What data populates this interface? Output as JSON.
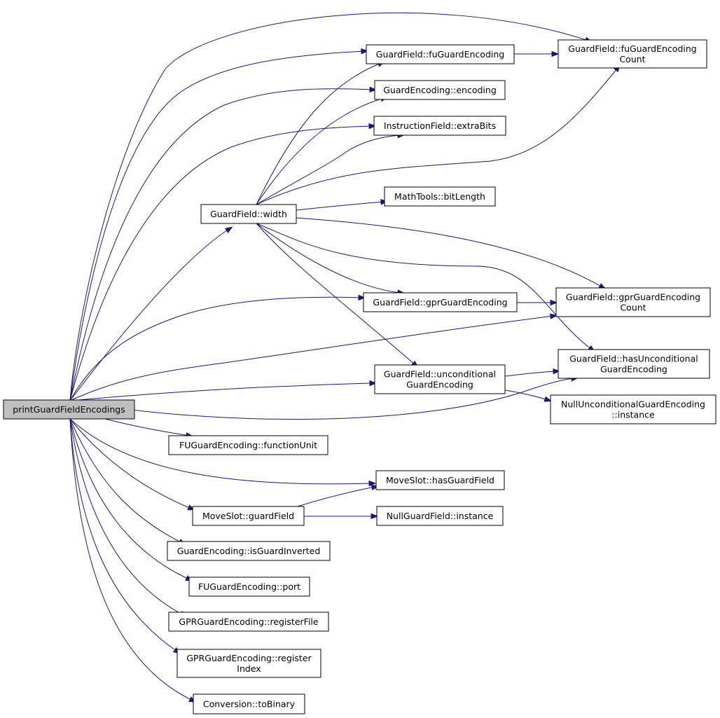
{
  "nodes": {
    "root": [
      "printGuardFieldEncodings"
    ],
    "fuGuardEncoding": [
      "GuardField::fuGuardEncoding"
    ],
    "fuGuardEncodingCount": [
      "GuardField::fuGuardEncoding",
      "Count"
    ],
    "encoding": [
      "GuardEncoding::encoding"
    ],
    "extraBits": [
      "InstructionField::extraBits"
    ],
    "bitLength": [
      "MathTools::bitLength"
    ],
    "width": [
      "GuardField::width"
    ],
    "gprGuardEncoding": [
      "GuardField::gprGuardEncoding"
    ],
    "gprGuardEncodingCount": [
      "GuardField::gprGuardEncoding",
      "Count"
    ],
    "hasUnconditional": [
      "GuardField::hasUnconditional",
      "GuardEncoding"
    ],
    "unconditional": [
      "GuardField::unconditional",
      "GuardEncoding"
    ],
    "nullUnconditional": [
      "NullUnconditionalGuardEncoding",
      "::instance"
    ],
    "functionUnit": [
      "FUGuardEncoding::functionUnit"
    ],
    "hasGuardField": [
      "MoveSlot::hasGuardField"
    ],
    "guardField": [
      "MoveSlot::guardField"
    ],
    "nullGuardField": [
      "NullGuardField::instance"
    ],
    "isGuardInverted": [
      "GuardEncoding::isGuardInverted"
    ],
    "port": [
      "FUGuardEncoding::port"
    ],
    "registerFile": [
      "GPRGuardEncoding::registerFile"
    ],
    "registerIndex": [
      "GPRGuardEncoding::register",
      "Index"
    ],
    "toBinary": [
      "Conversion::toBinary"
    ]
  },
  "edges": [
    [
      "root",
      "fuGuardEncodingCount"
    ],
    [
      "root",
      "fuGuardEncoding"
    ],
    [
      "root",
      "encoding"
    ],
    [
      "root",
      "extraBits"
    ],
    [
      "root",
      "width"
    ],
    [
      "root",
      "gprGuardEncoding"
    ],
    [
      "root",
      "gprGuardEncodingCount"
    ],
    [
      "root",
      "unconditional"
    ],
    [
      "root",
      "hasUnconditional"
    ],
    [
      "root",
      "functionUnit"
    ],
    [
      "root",
      "hasGuardField"
    ],
    [
      "root",
      "guardField"
    ],
    [
      "root",
      "isGuardInverted"
    ],
    [
      "root",
      "port"
    ],
    [
      "root",
      "registerFile"
    ],
    [
      "root",
      "registerIndex"
    ],
    [
      "root",
      "toBinary"
    ],
    [
      "fuGuardEncoding",
      "fuGuardEncodingCount"
    ],
    [
      "width",
      "fuGuardEncoding"
    ],
    [
      "width",
      "encoding"
    ],
    [
      "width",
      "extraBits"
    ],
    [
      "width",
      "fuGuardEncodingCount"
    ],
    [
      "width",
      "bitLength"
    ],
    [
      "width",
      "gprGuardEncodingCount"
    ],
    [
      "width",
      "gprGuardEncoding"
    ],
    [
      "width",
      "hasUnconditional"
    ],
    [
      "width",
      "unconditional"
    ],
    [
      "gprGuardEncoding",
      "gprGuardEncodingCount"
    ],
    [
      "unconditional",
      "hasUnconditional"
    ],
    [
      "unconditional",
      "nullUnconditional"
    ],
    [
      "guardField",
      "hasGuardField"
    ],
    [
      "guardField",
      "nullGuardField"
    ]
  ],
  "colors": {
    "edge": "#191970",
    "root_fill": "#bfbfbf",
    "node_fill": "#ffffff",
    "node_border": "#000000"
  }
}
